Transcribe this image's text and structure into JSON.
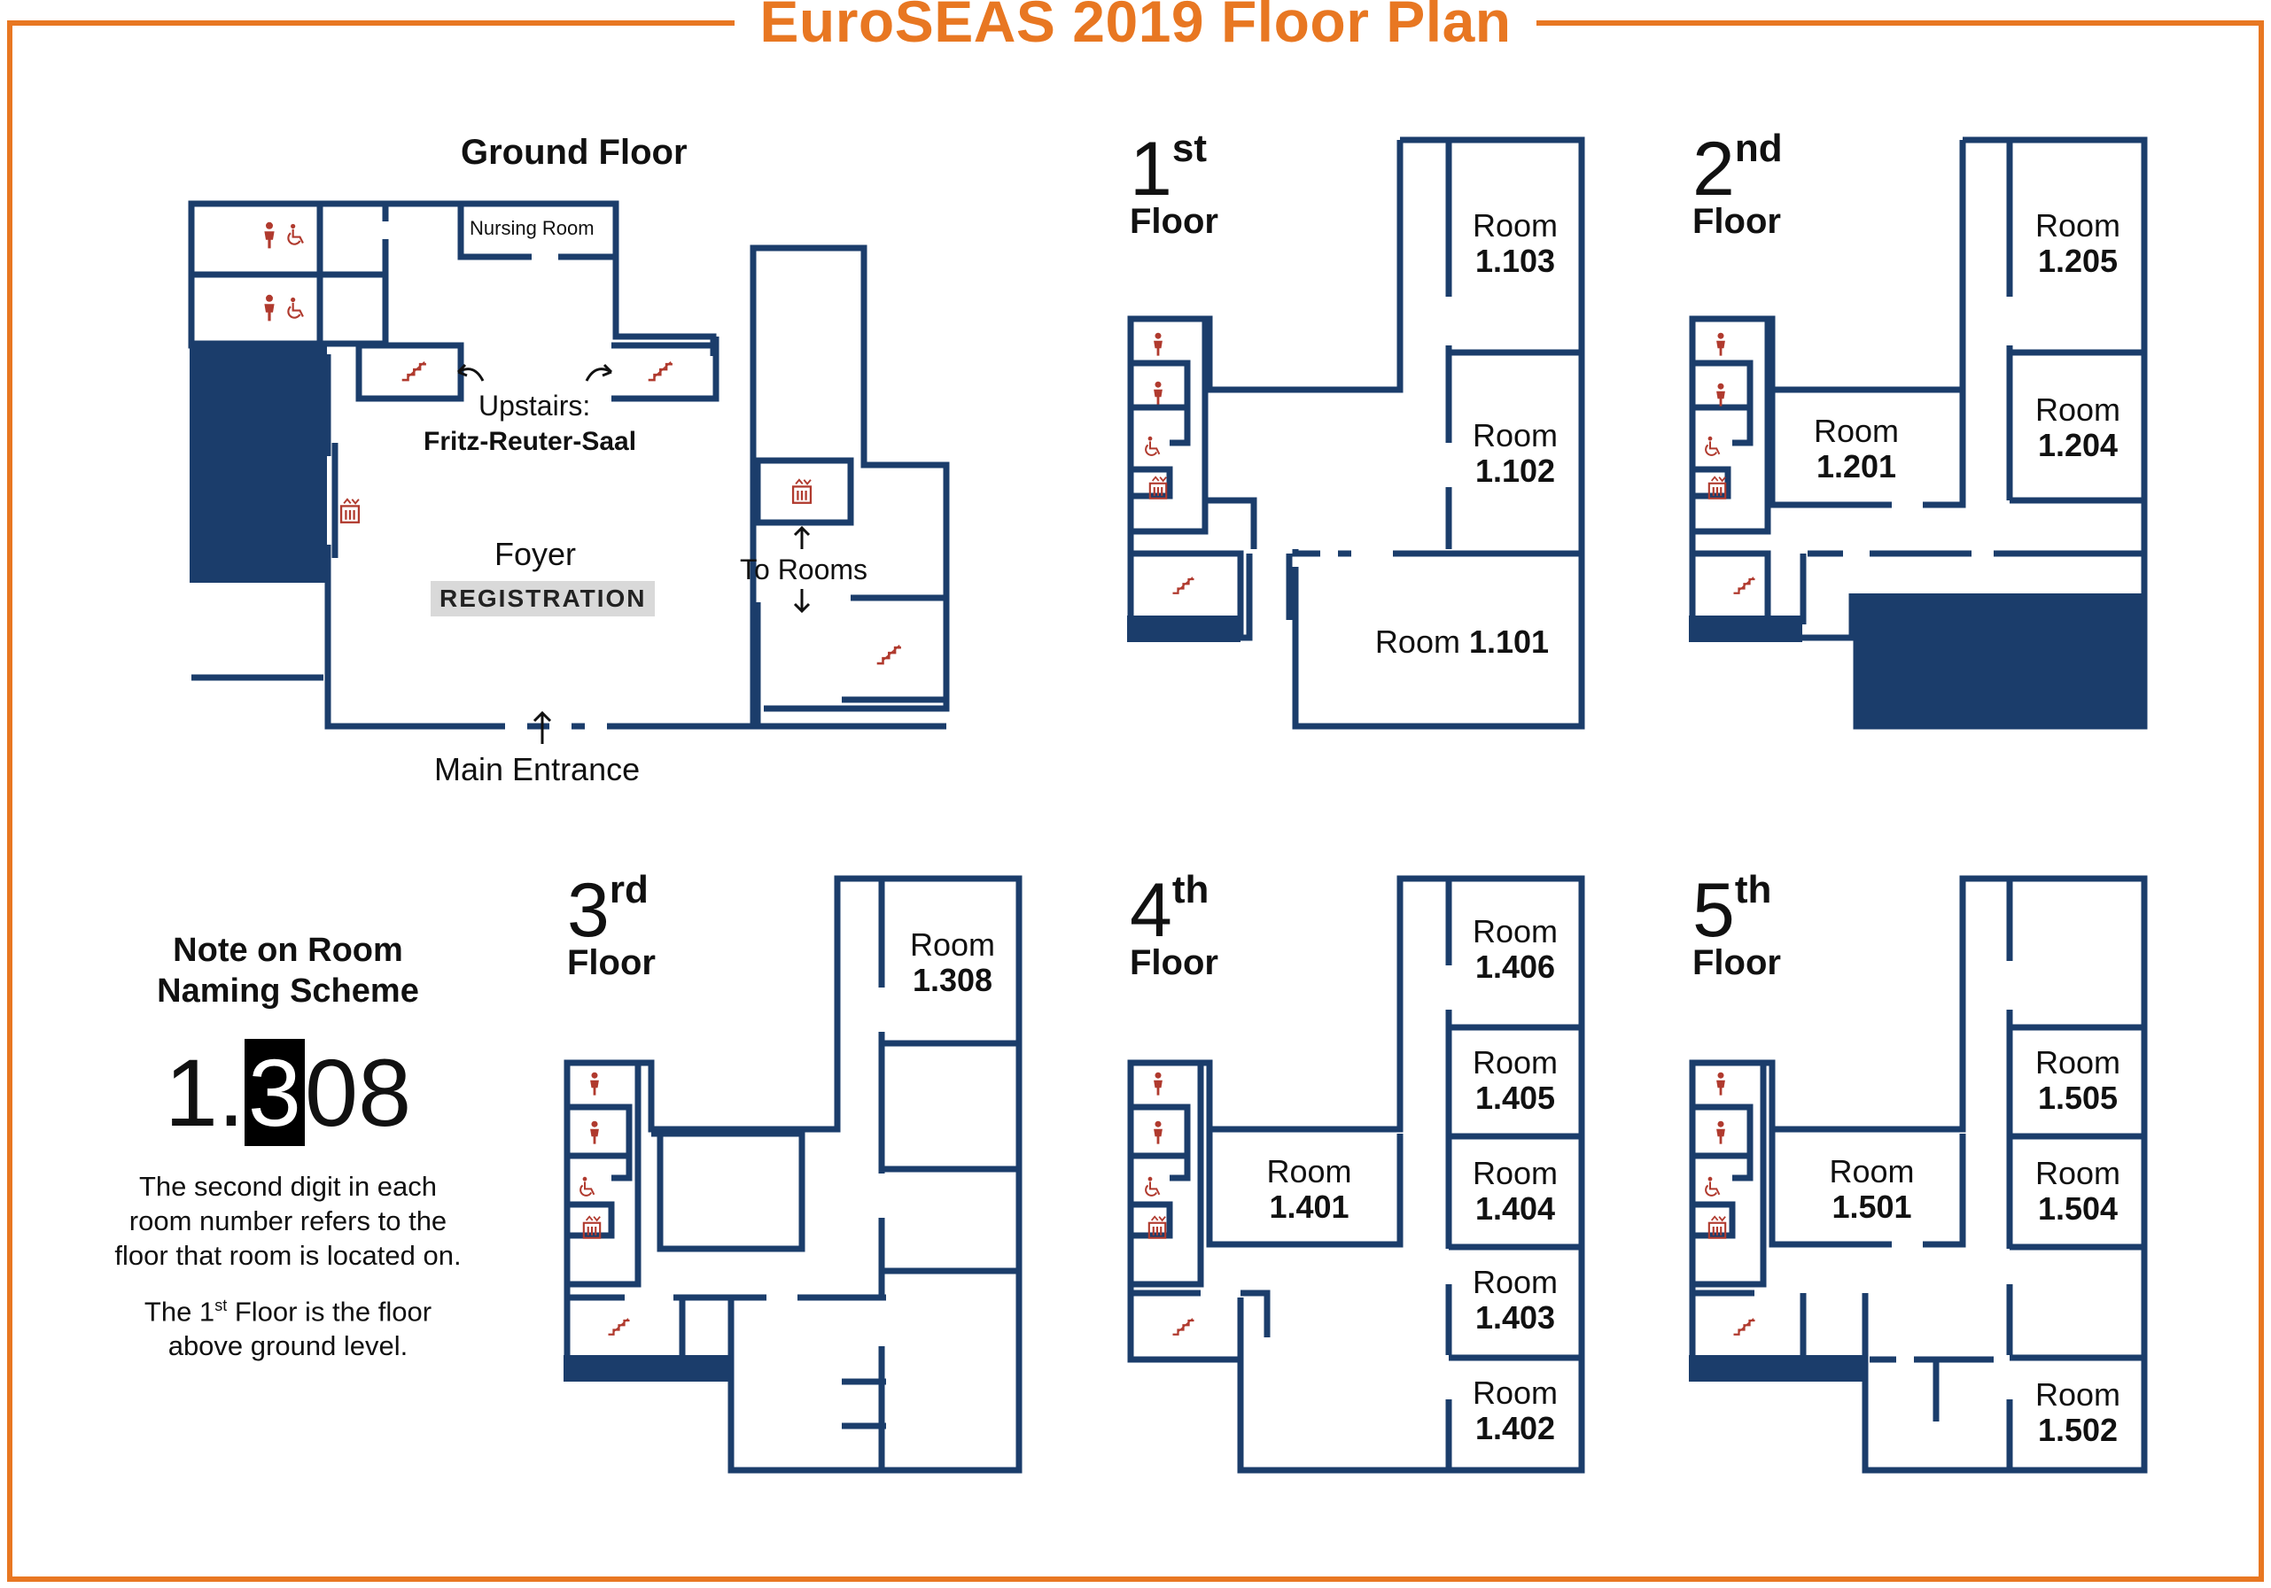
{
  "title": "EuroSEAS 2019 Floor Plan",
  "colors": {
    "accent": "#e87722",
    "wall": "#1b3d6b",
    "icon": "#b03a2e",
    "highlight_bg": "#d9d9d9"
  },
  "ground": {
    "heading": "Ground Floor",
    "nursing_room": "Nursing Room",
    "upstairs": "Upstairs:",
    "upstairs_hall": "Fritz-Reuter-Saal",
    "foyer": "Foyer",
    "registration": "REGISTRATION",
    "to_rooms": "To Rooms",
    "main_entrance": "Main Entrance"
  },
  "room_word": "Room",
  "floor_word": "Floor",
  "floors": {
    "f1": {
      "num": "1",
      "suffix": "st",
      "rooms": {
        "r103": "1.103",
        "r102": "1.102",
        "r101": "1.101"
      }
    },
    "f2": {
      "num": "2",
      "suffix": "nd",
      "rooms": {
        "r205": "1.205",
        "r204": "1.204",
        "r201": "1.201"
      }
    },
    "f3": {
      "num": "3",
      "suffix": "rd",
      "rooms": {
        "r308": "1.308"
      }
    },
    "f4": {
      "num": "4",
      "suffix": "th",
      "rooms": {
        "r406": "1.406",
        "r405": "1.405",
        "r404": "1.404",
        "r403": "1.403",
        "r402": "1.402",
        "r401": "1.401"
      }
    },
    "f5": {
      "num": "5",
      "suffix": "th",
      "rooms": {
        "r505": "1.505",
        "r504": "1.504",
        "r502": "1.502",
        "r501": "1.501"
      }
    }
  },
  "note": {
    "heading_line1": "Note on Room",
    "heading_line2": "Naming Scheme",
    "example_pre": "1.",
    "example_hl": "3",
    "example_post": "08",
    "para1_line1": "The second digit in each",
    "para1_line2": "room number refers to the",
    "para1_line3": "floor that room is located on.",
    "para2_pre": "The 1",
    "para2_sup": "st",
    "para2_post": " Floor is the floor",
    "para2_line2": "above ground level."
  },
  "icons": [
    "restroom-icon",
    "wheelchair-icon",
    "stairs-icon",
    "elevator-icon",
    "arrow-up-icon",
    "arrow-down-icon",
    "turn-left-arrow-icon",
    "turn-right-arrow-icon"
  ]
}
